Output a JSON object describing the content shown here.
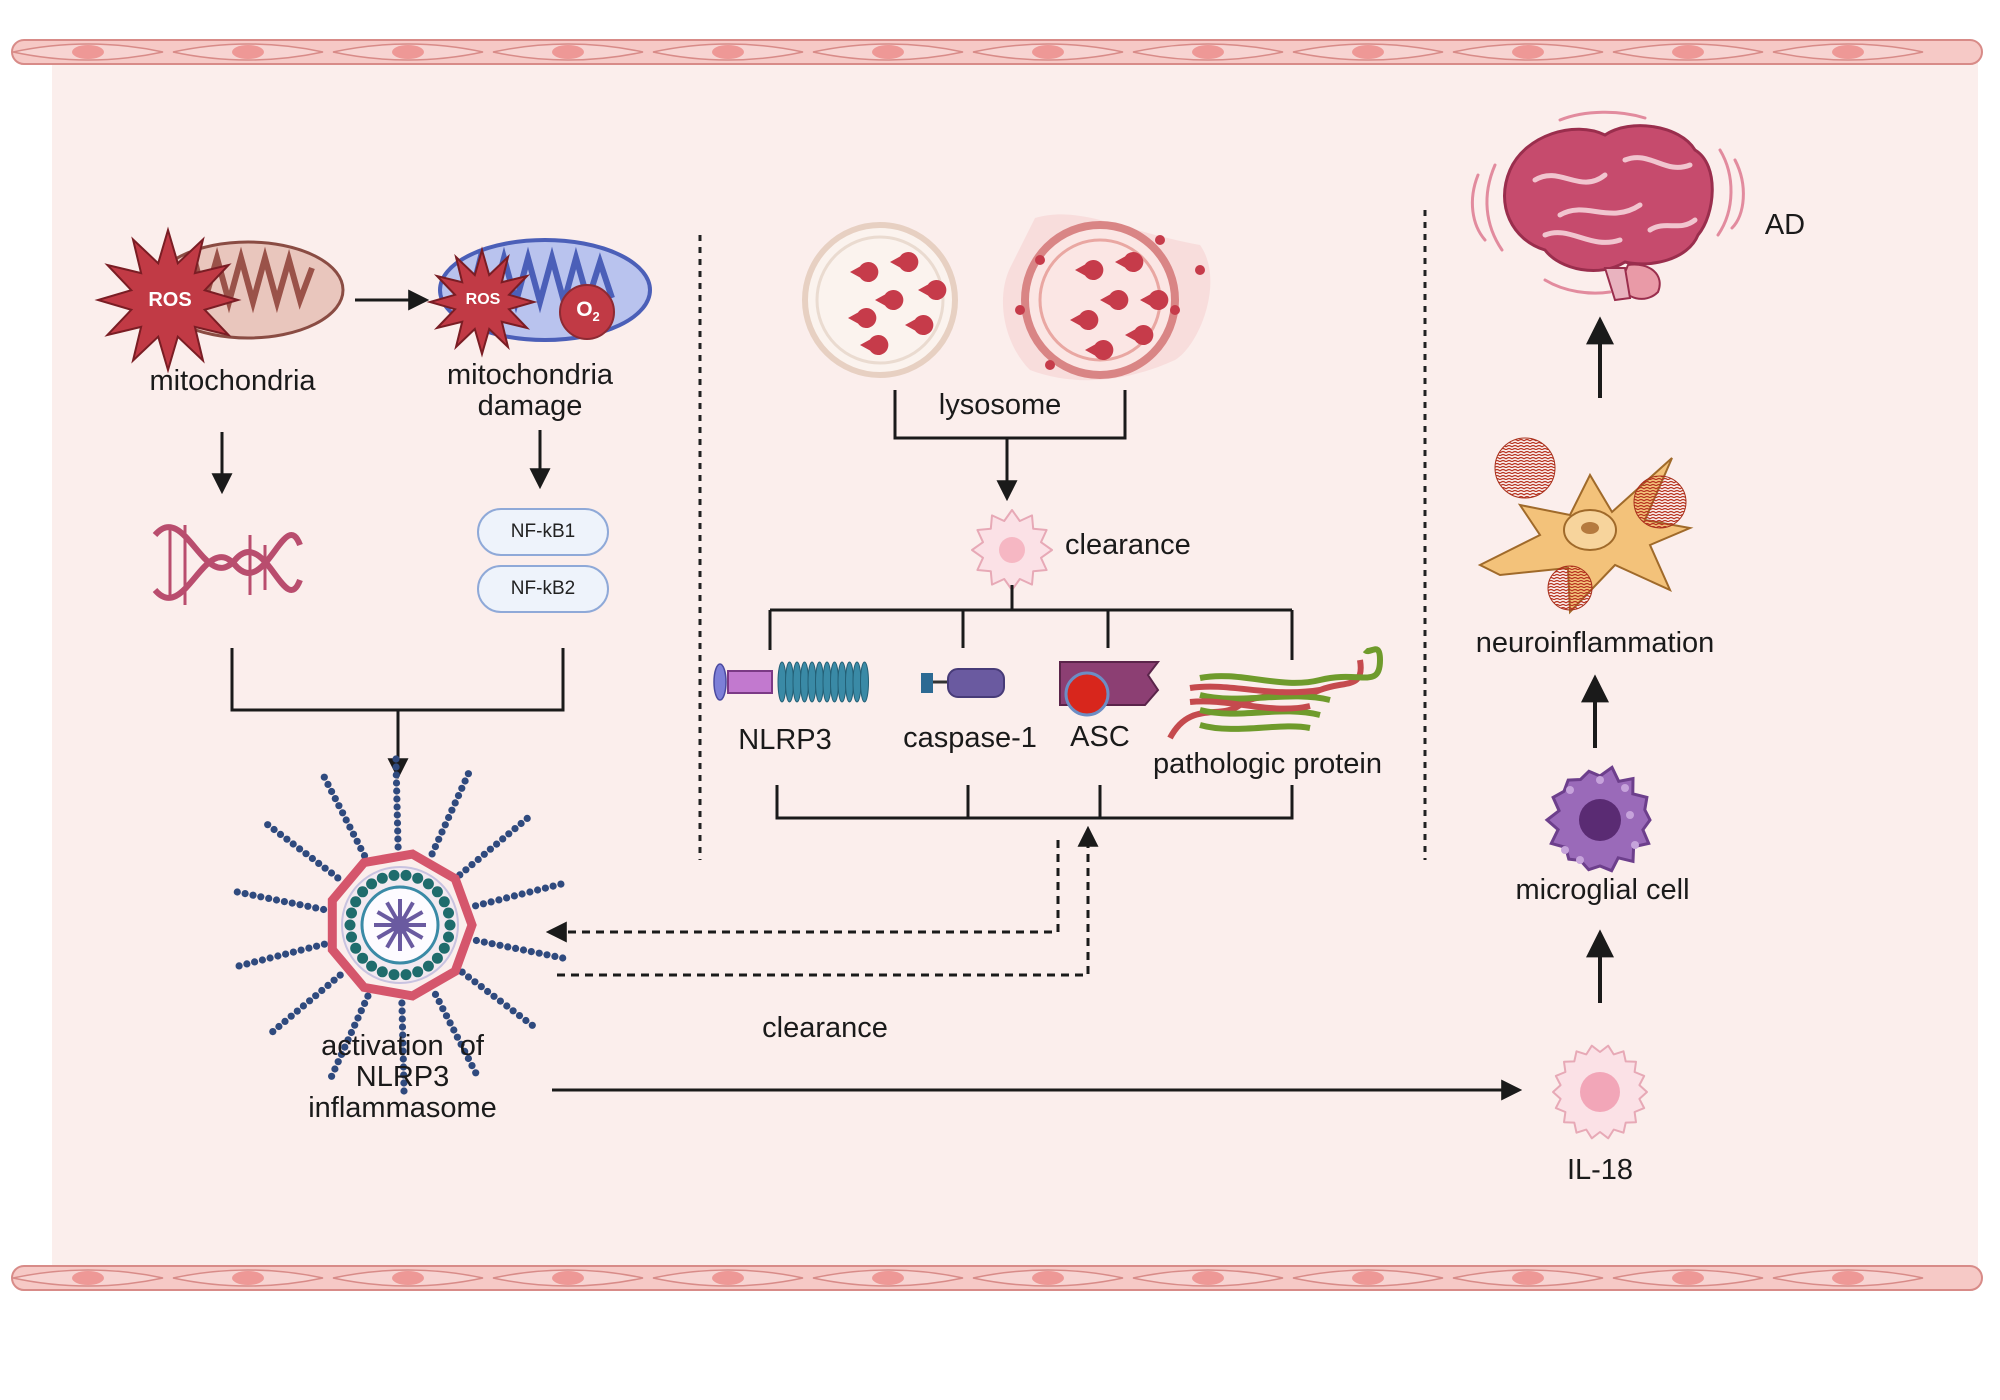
{
  "labels": {
    "mitochondria": "mitochondria",
    "mito_damage_1": "mitochondria",
    "mito_damage_2": "damage",
    "ros_1": "ROS",
    "ros_2": "ROS",
    "superoxide": "O",
    "superoxide_sub": "2",
    "nfkb1": "NF-kB1",
    "nfkb2": "NF-kB2",
    "lysosome": "lysosome",
    "clearance_top": "clearance",
    "nlrp3": "NLRP3",
    "caspase1": "caspase-1",
    "asc": "ASC",
    "pathologic_protein": "pathologic protein",
    "activation_1": "activation  of",
    "activation_2": "NLRP3",
    "activation_3": "inflammasome",
    "clearance_bottom": "clearance",
    "il18": "IL-18",
    "microglial_cell": "microglial cell",
    "neuroinflammation": "neuroinflammation",
    "ad": "AD"
  },
  "colors": {
    "background": "#fbeeec",
    "vessel_wall": "#f6c9c6",
    "ros_red": "#c13a45",
    "mito_brown": "#b97a72",
    "mito_blue": "#5a6fc2",
    "dna_pink": "#b94d6e",
    "microglia_purple": "#8c5aa8",
    "brain_pink": "#c64b6d",
    "neuron_orange": "#f3c27a"
  }
}
